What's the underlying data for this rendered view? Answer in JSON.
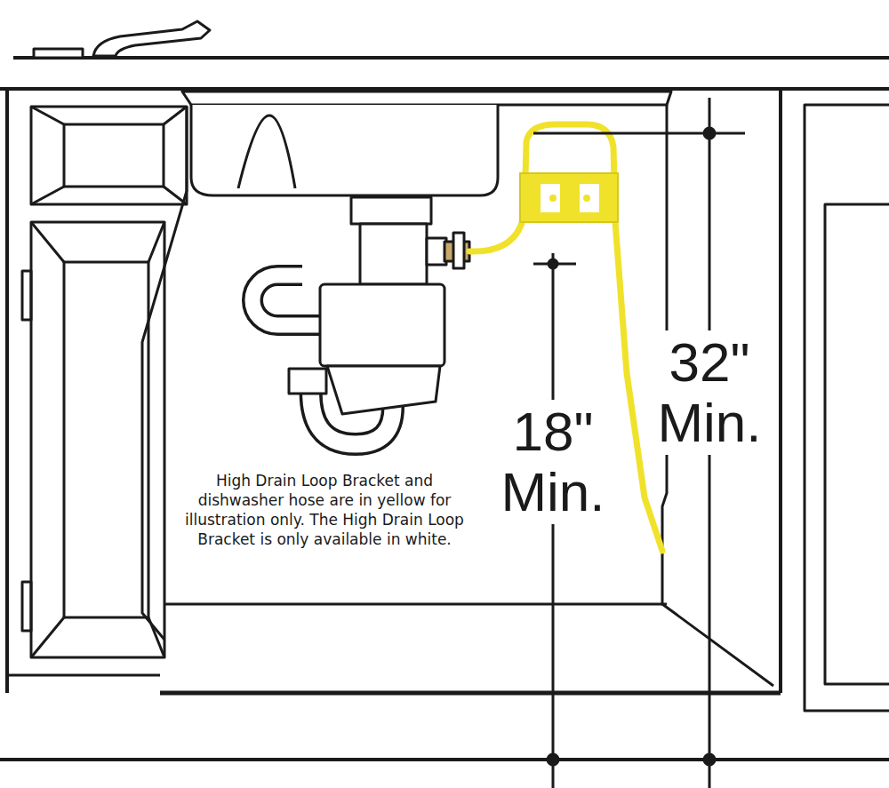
{
  "diagram": {
    "labels": [
      "High Drain Loop Bracket and dishwasher hose are in yellow for illustration only. The High Drain Loop Bracket is only available in white.",
      "18\" Min.",
      "32\" Min."
    ]
  }
}
